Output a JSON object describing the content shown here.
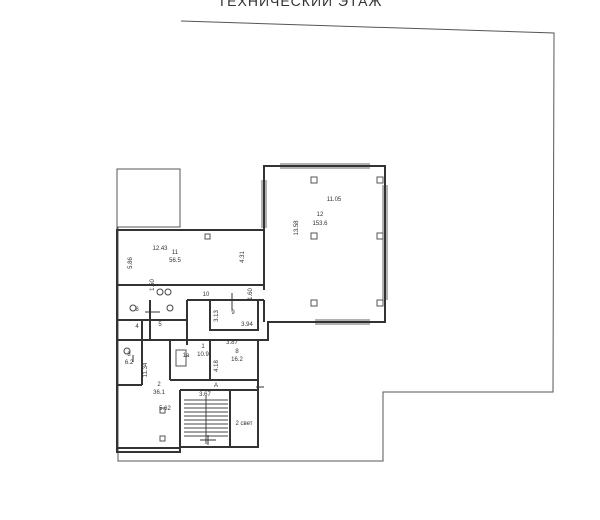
{
  "title": "ТЕХНИЧЕСКИЙ ЭТАЖ",
  "rooms": {
    "r12": {
      "num": "12",
      "area": "153.6",
      "width": "11.05",
      "depth": "13.58"
    },
    "r11": {
      "num": "11",
      "area": "56.5",
      "width": "12.43",
      "depth": "5.86",
      "side": "4.31"
    },
    "r10": {
      "num": "10",
      "dim_a": "1.50",
      "dim_b": "1.60"
    },
    "r9": {
      "num": "9",
      "dim_w": "3.94",
      "dim_h": "3.13"
    },
    "r6": {
      "num": "6"
    },
    "r5": {
      "num": "5"
    },
    "r4": {
      "num": "4"
    },
    "r3": {
      "num": "3",
      "area": "6.2"
    },
    "r1a": {
      "num": "1а"
    },
    "r1": {
      "num": "1",
      "area": "10.9"
    },
    "r8": {
      "num": "8",
      "area": "16.2",
      "dim_w": "3.87",
      "dim_h": "4.18"
    },
    "r2": {
      "num": "2",
      "area": "36.1",
      "dim_h": "11.34",
      "dim_w": "5.62"
    },
    "stair": {
      "label": "А",
      "dim": "3.67"
    },
    "r2svet": {
      "label": "2 свет"
    }
  }
}
